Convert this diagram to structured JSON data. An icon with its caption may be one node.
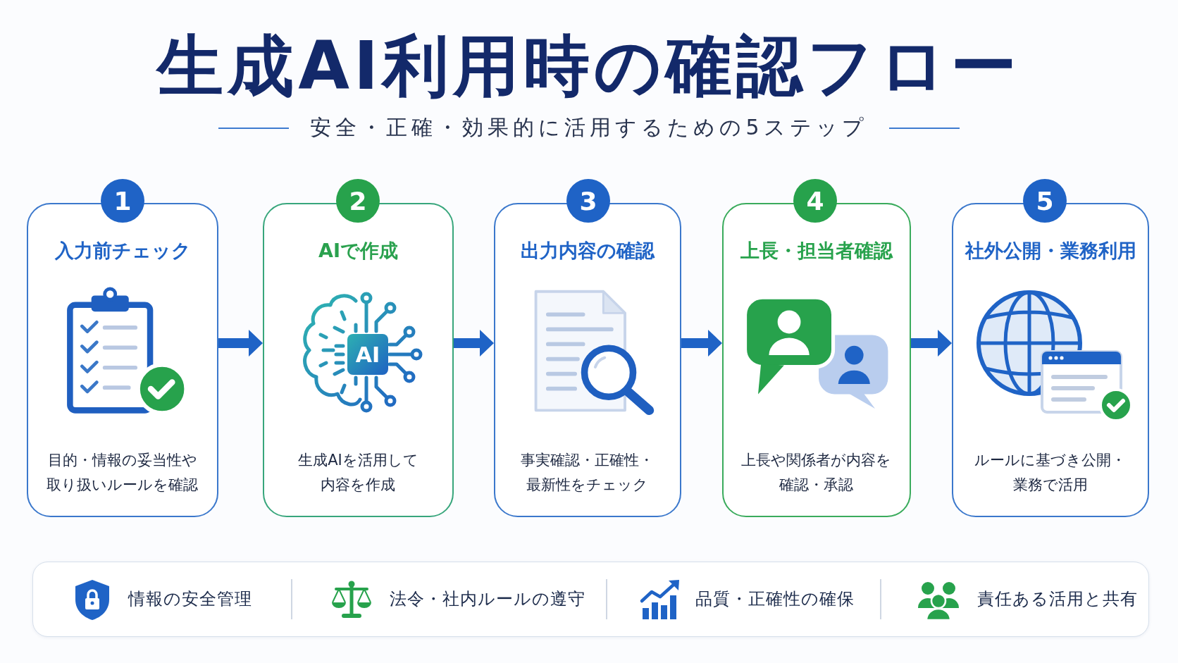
{
  "diagram": {
    "title": "生成AI利用時の確認フロー",
    "nodes": [
      {
        "text": [
          "1"
        ]
      },
      {
        "text": [
          "入力前チェック",
          "目的・情報の妥当性や取り扱いルールを確認"
        ]
      },
      {
        "text": [
          "2"
        ]
      },
      {
        "text": [
          "AIで作成",
          "生成AIを活用して内容を作成"
        ]
      },
      {
        "text": [
          "AI"
        ],
        "in": 3
      },
      {
        "text": [
          "3"
        ]
      },
      {
        "text": [
          "出力内容の確認",
          "事実確認・正確性・最新性をチェック"
        ]
      },
      {
        "text": [
          "4"
        ]
      },
      {
        "text": [
          "上長・担当者確認",
          "上長や関係者が内容を確認・承認"
        ]
      },
      {
        "text": [
          "5"
        ]
      },
      {
        "text": [
          "社外公開・業務利用",
          "ルールに基づき公開・業務で活用"
        ]
      },
      {
        "text": [
          "情報の安全管理",
          "法令・社内ルールの遵守",
          "品質・正確性の確保",
          "責任ある活用と共有"
        ]
      }
    ],
    "edges": [
      {
        "from": 1,
        "to": 3,
        "arrow": "to"
      },
      {
        "from": 3,
        "to": 6,
        "arrow": "to"
      },
      {
        "from": 6,
        "to": 8,
        "arrow": "to"
      },
      {
        "from": 8,
        "to": 10,
        "arrow": "to"
      }
    ],
    "labels": [
      "安全・正確・効果的に活用するための5ステップ"
    ]
  }
}
